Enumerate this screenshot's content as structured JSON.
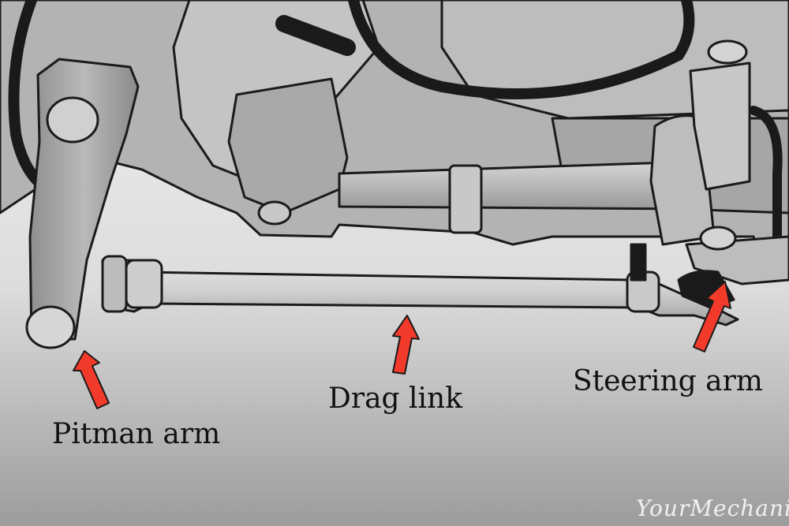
{
  "labels": {
    "pitman_arm": "Pitman arm",
    "drag_link": "Drag link",
    "steering_arm": "Steering arm"
  },
  "watermark": "YourMechanic",
  "colors": {
    "arrow": "#f23a2a",
    "outline": "#1b1b1b",
    "metal_light": "#cfcfcf",
    "metal_mid": "#a9a9a9",
    "metal_dark": "#7d7d7d",
    "hose": "#1a1a1a"
  }
}
